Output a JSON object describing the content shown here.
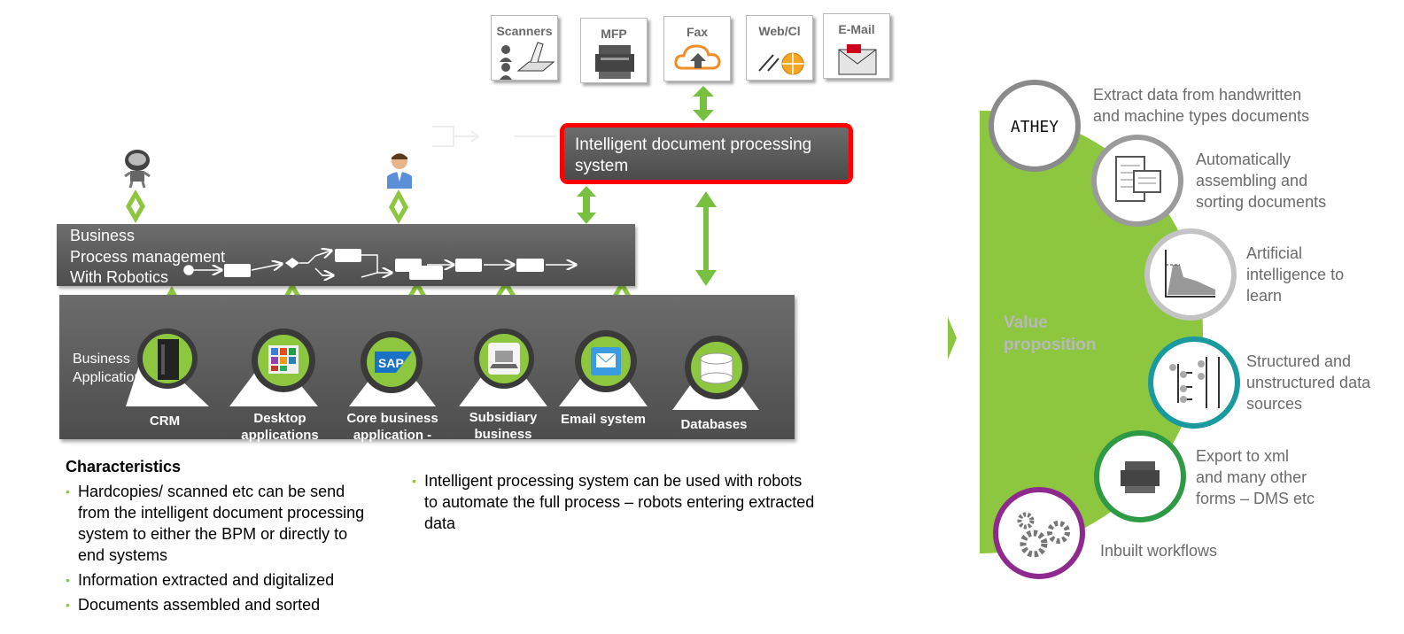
{
  "sources": [
    {
      "label": "Scanners",
      "icon": "scanner-icon"
    },
    {
      "label": "MFP",
      "icon": "mfp-printer-icon"
    },
    {
      "label": "Fax",
      "icon": "cloud-upload-icon"
    },
    {
      "label": "Web/Cl",
      "icon": "web-globe-icon"
    },
    {
      "label": "E-Mail",
      "icon": "email-pdf-icon"
    }
  ],
  "idp": {
    "title_line1": "Intelligent document processing",
    "title_line2": "system"
  },
  "bpm": {
    "line1": "Business",
    "line2": "Process management",
    "line3": "With Robotics"
  },
  "actors": [
    {
      "icon": "robot-icon"
    },
    {
      "icon": "person-icon"
    }
  ],
  "business_applications": {
    "label_line1": "Business",
    "label_line2": "Applications",
    "apps": [
      {
        "line1": "CRM",
        "line2": "",
        "icon": "server-icon"
      },
      {
        "line1": "Desktop",
        "line2": "applications",
        "icon": "office-apps-icon"
      },
      {
        "line1": "Core business",
        "line2": "application -",
        "icon": "sap-icon"
      },
      {
        "line1": "Subsidiary",
        "line2": "business",
        "icon": "laptop-icon"
      },
      {
        "line1": "Email system",
        "line2": "",
        "icon": "mail-icon"
      },
      {
        "line1": "Databases",
        "line2": "",
        "icon": "database-icon"
      }
    ]
  },
  "characteristics": {
    "title": "Characteristics",
    "bullets": [
      [
        "Hardcopies/ scanned etc can be send",
        "from the intelligent document processing",
        "system to either the BPM or directly to",
        "end systems"
      ],
      [
        "Information extracted and digitalized"
      ],
      [
        "Documents assembled and sorted"
      ]
    ]
  },
  "robots_note": [
    "Intelligent processing system can be used with robots",
    "to automate the full process – robots entering extracted",
    "data"
  ],
  "value_proposition": {
    "title_line1": "Value",
    "title_line2": "proposition",
    "items": [
      {
        "lines": [
          "Extract data from handwritten",
          "and machine types documents"
        ],
        "icon": "handwriting-icon",
        "ring_color": "#8a8a8a",
        "icon_text": "ATHEY"
      },
      {
        "lines": [
          "Automatically",
          "assembling and",
          "sorting documents"
        ],
        "icon": "documents-icon",
        "ring_color": "#9b9b9b"
      },
      {
        "lines": [
          "Artificial",
          "intelligence to",
          "learn"
        ],
        "icon": "ai-chart-icon",
        "ring_color": "#c3c3c3"
      },
      {
        "lines": [
          "Structured and",
          "unstructured data",
          "sources"
        ],
        "icon": "data-structure-icon",
        "ring_color": "#1a9a9e"
      },
      {
        "lines": [
          "Export to xml",
          "and many other",
          "forms – DMS etc"
        ],
        "icon": "printer-export-icon",
        "ring_color": "#2e9a45"
      },
      {
        "lines": [
          "Inbuilt workflows"
        ],
        "icon": "gears-icon",
        "ring_color": "#8e2a8e"
      }
    ]
  },
  "colors": {
    "accent_green": "#8dc63f",
    "arrow_green": "#78c040",
    "highlight_red": "#ff0000",
    "panel_gray": "#5a5a5a"
  }
}
